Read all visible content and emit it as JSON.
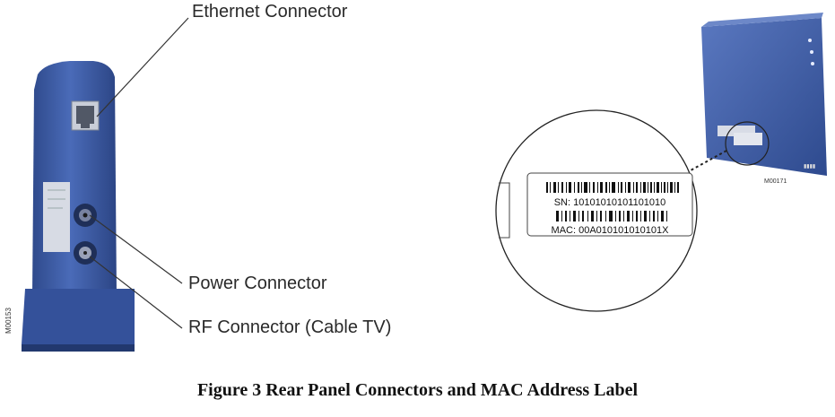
{
  "callouts": {
    "ethernet": "Ethernet Connector",
    "power": "Power Connector",
    "rf": "RF Connector (Cable TV)"
  },
  "label": {
    "sn": "SN: 10101010101101010",
    "mac": "MAC: 00A010101010101X"
  },
  "image_ids": {
    "left": "M00153",
    "right": "M00171"
  },
  "caption": {
    "figure_label": "Figure  3",
    "title": "Rear Panel Connectors and MAC Address Label"
  },
  "colors": {
    "device_blue": "#3f5fa8",
    "device_dark": "#2c4585",
    "leader_line": "#333333"
  }
}
